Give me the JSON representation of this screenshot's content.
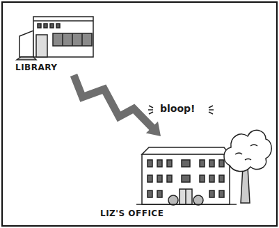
{
  "diagram": {
    "nodes": [
      {
        "text": [
          "LIBRARY"
        ]
      },
      {
        "text": [
          "LIZ'S OFFICE"
        ]
      }
    ],
    "edges": [
      {
        "from": 0,
        "to": 1,
        "arrow": "to"
      }
    ],
    "labels": [
      "bloop!"
    ]
  }
}
